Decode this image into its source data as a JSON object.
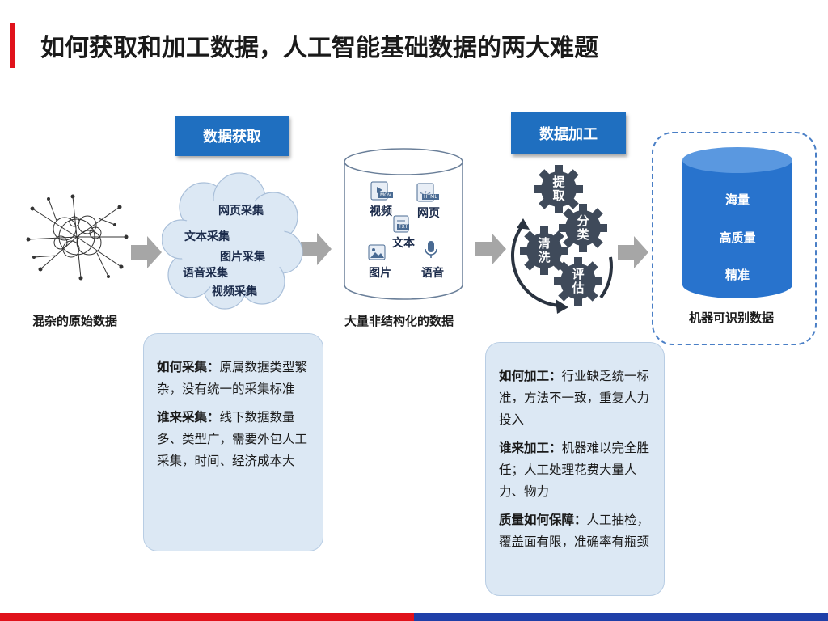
{
  "title": "如何获取和加工数据，人工智能基础数据的两大难题",
  "labels": {
    "acquire": "数据获取",
    "process": "数据加工"
  },
  "captions": {
    "raw": "混杂的原始数据",
    "unstructured": "大量非结构化的数据",
    "machine": "机器可识别数据"
  },
  "cloud_items": [
    "网页采集",
    "文本采集",
    "图片采集",
    "语音采集",
    "视频采集"
  ],
  "cylinder_items": [
    "视频",
    "网页",
    "文本",
    "图片",
    "语音"
  ],
  "file_badges": [
    "MOV",
    "HTML",
    "TXT"
  ],
  "gears": [
    "提取",
    "分类",
    "清洗",
    "评估"
  ],
  "machine_items": [
    "海量",
    "高质量",
    "精准"
  ],
  "info_left": [
    {
      "head": "如何采集：",
      "body": "原属数据类型繁杂，没有统一的采集标准"
    },
    {
      "head": "谁来采集：",
      "body": "线下数据数量多、类型广，需要外包人工采集，时间、经济成本大"
    }
  ],
  "info_right": [
    {
      "head": "如何加工：",
      "body": "行业缺乏统一标准，方法不一致，重复人力投入"
    },
    {
      "head": "谁来加工：",
      "body": "机器难以完全胜任；人工处理花费大量人力、物力"
    },
    {
      "head": "质量如何保障：",
      "body": "人工抽检，覆盖面有限，准确率有瓶颈"
    }
  ],
  "colors": {
    "accent": "#e0121b",
    "brand_blue": "#1f6fc0",
    "dark_blue": "#1f3fa8",
    "gear": "#3f4a5a"
  },
  "icons": [
    "network-graph-icon",
    "arrow-right-icon",
    "cloud-icon",
    "database-cylinder-icon",
    "video-file-icon",
    "html-file-icon",
    "text-file-icon",
    "image-icon",
    "microphone-icon",
    "gear-icon",
    "cycle-arrow-icon"
  ]
}
